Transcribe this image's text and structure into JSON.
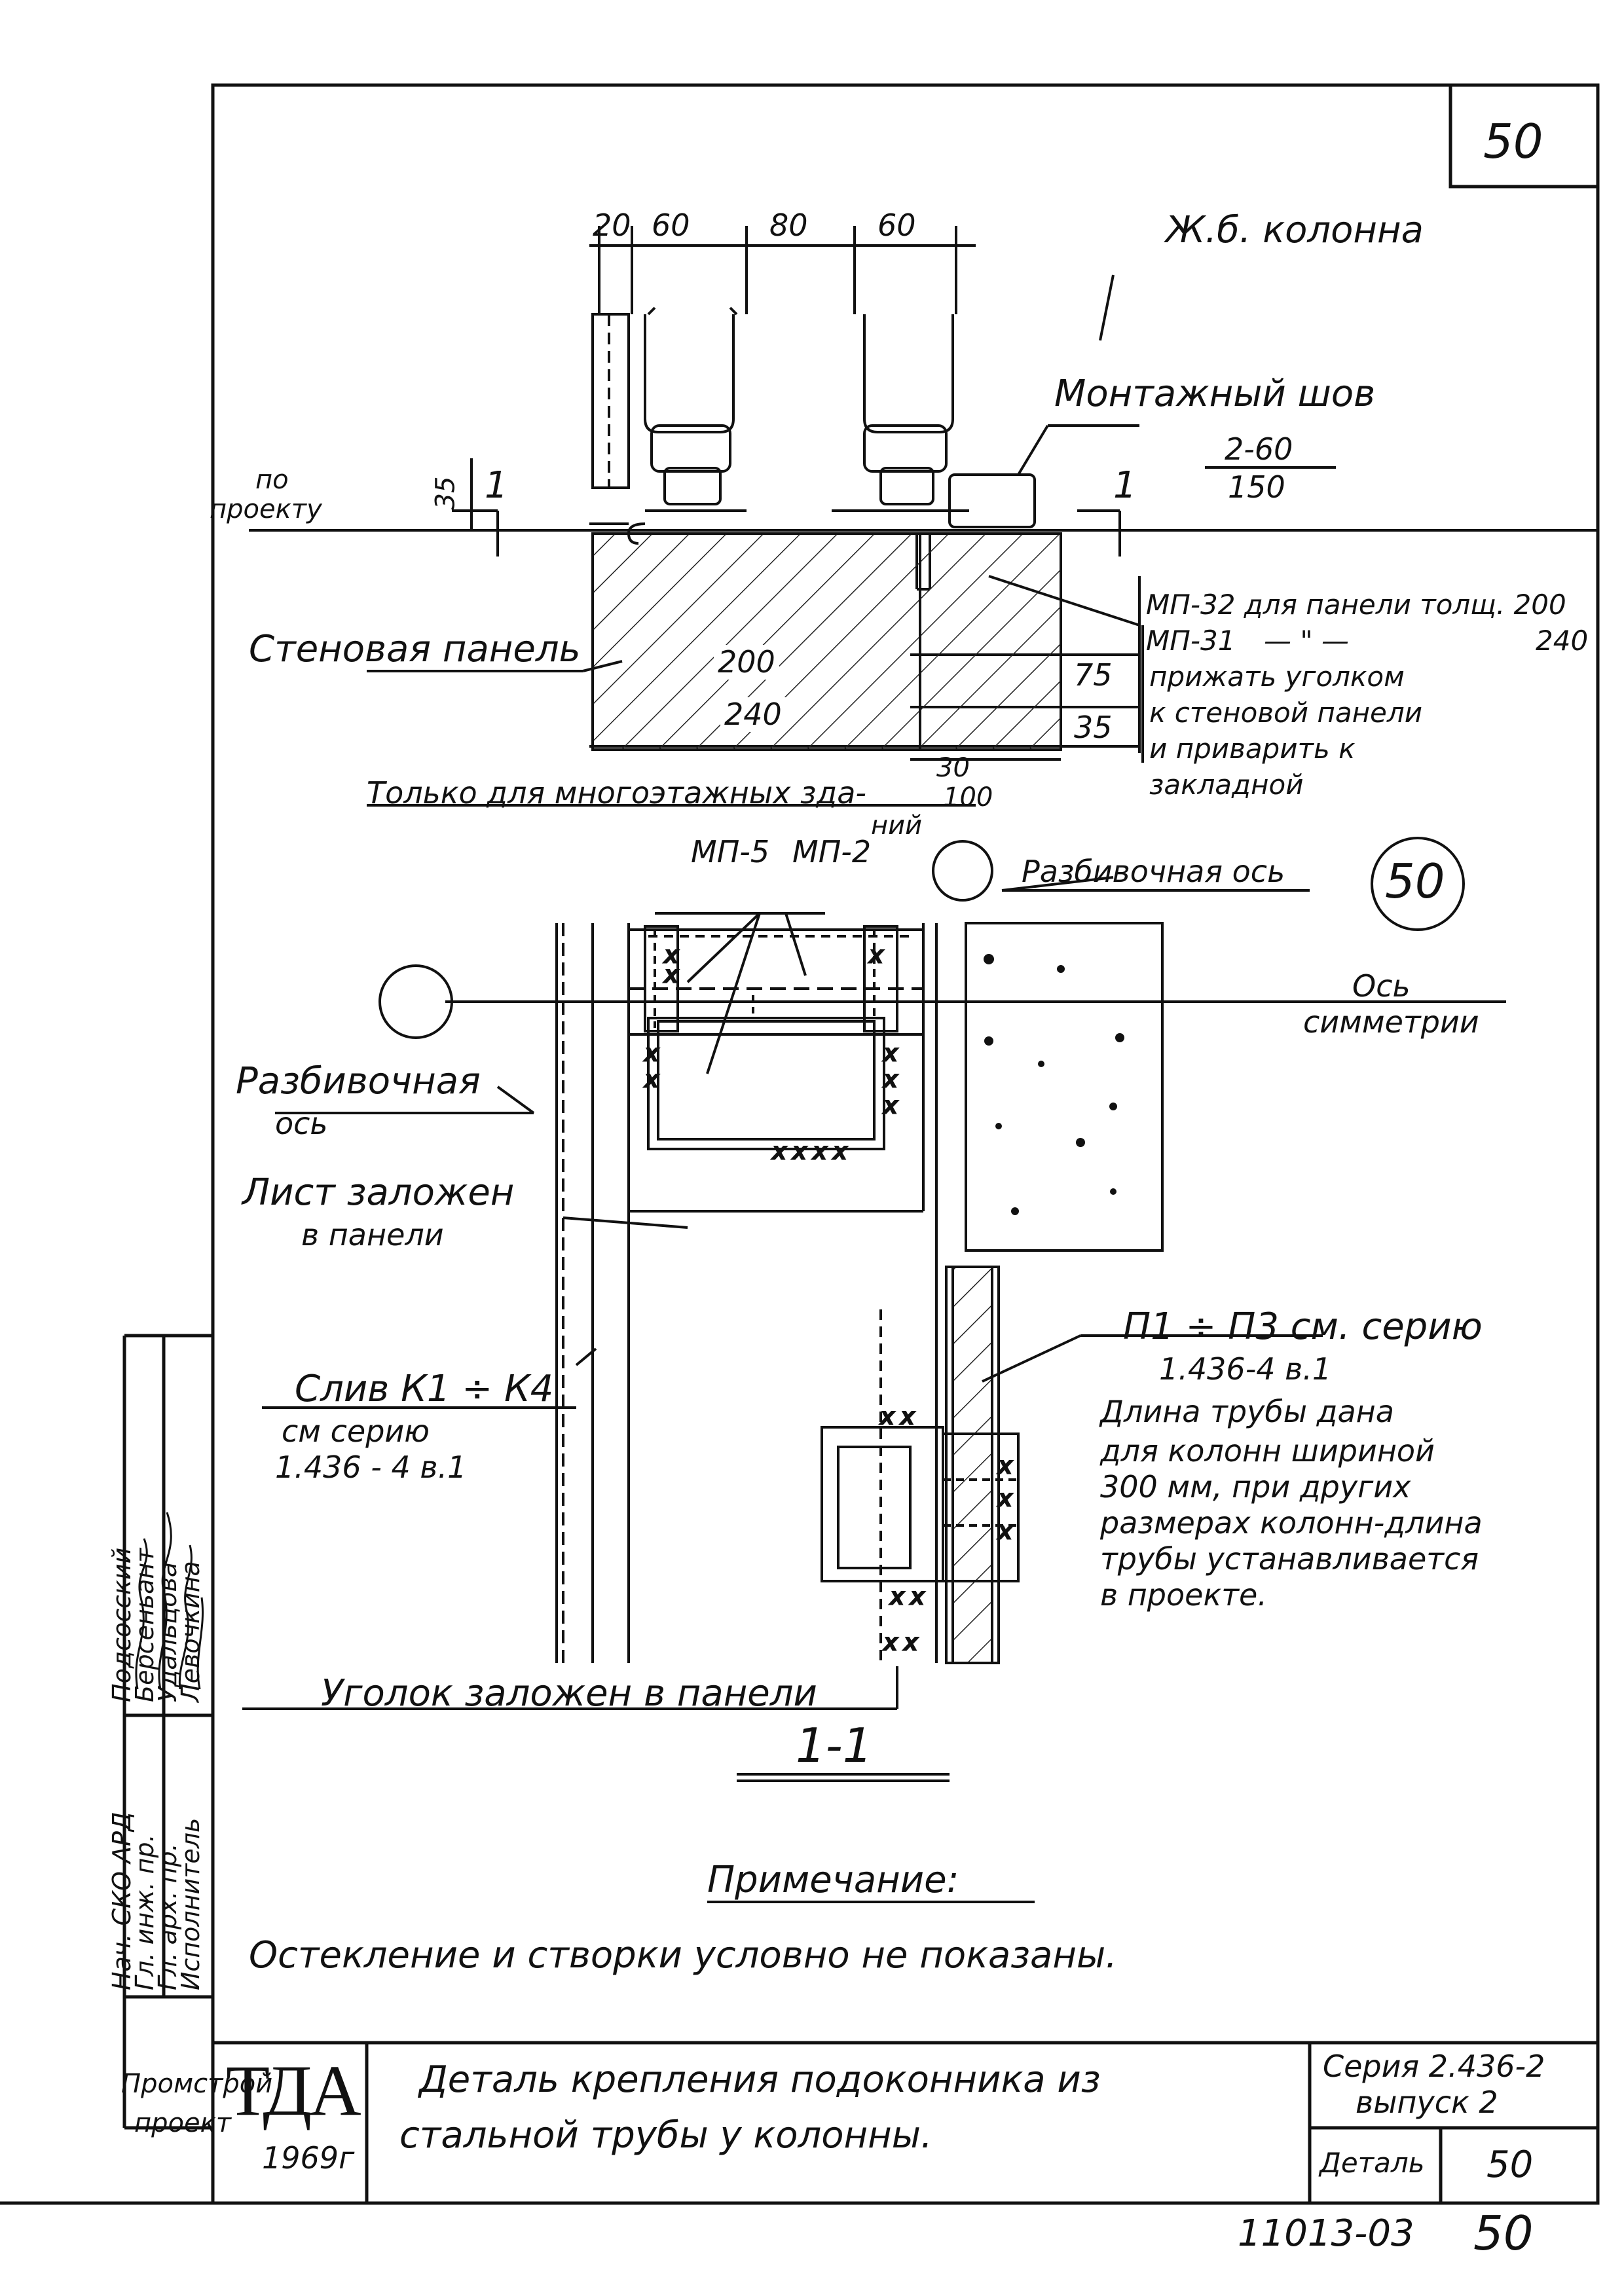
{
  "sheet_number": "50",
  "dims_top": [
    "20",
    "60",
    "80",
    "60"
  ],
  "labels": {
    "column": "Ж.б. колонна",
    "mount_seam": "Монтажный шов",
    "seam_num": "2-60",
    "seam_den": "150",
    "per_project_1": "по",
    "per_project_2": "проекту",
    "dim_35_left": "35",
    "section_mark_left": "1",
    "section_mark_right": "1",
    "mp32": "МП-32 для панели толщ. 200",
    "mp31_a": "МП-31",
    "mp31_b": "— \" —",
    "mp31_c": "240",
    "press_1": "прижать уголком",
    "press_2": "к стеновой панели",
    "press_3": "и приварить к",
    "press_4": "закладной",
    "wall_panel": "Стеновая панель",
    "dim_200": "200",
    "dim_240": "240",
    "dim_75": "75",
    "dim_35_right": "35",
    "dim_30": "30",
    "dim_100": "100",
    "only_multi_1": "Только для многоэтажных зда-",
    "only_multi_2": "ний",
    "mp5": "МП-5",
    "mp2": "МП-2",
    "layout_axis_top": "Разбивочная ось",
    "circle_50": "50",
    "sym_axis_1": "Ось",
    "sym_axis_2": "симметрии",
    "layout_axis_left_1": "Разбивочная",
    "layout_axis_left_2": "ось",
    "sheet_embedded_1": "Лист заложен",
    "sheet_embedded_2": "в панели",
    "p1p3_1": "П1 ÷ П3 см. серию",
    "p1p3_2": "1.436-4 в.1",
    "drain_1": "Слив К1 ÷ К4",
    "drain_2": "см серию",
    "drain_3": "1.436 - 4 в.1",
    "tube_note_1": "Длина трубы дана",
    "tube_note_2": "для колонн шириной",
    "tube_note_3": "300 мм, при других",
    "tube_note_4": "размерах колонн-длина",
    "tube_note_5": "трубы устанавливается",
    "tube_note_6": "в проекте.",
    "angle_embedded": "Уголок заложен в панели",
    "section_title": "1-1",
    "note_title": "Примечание:",
    "note_text": "Остекление и створки условно не показаны."
  },
  "stamp": {
    "roles": [
      "Нач. СКО АРД",
      "Гл. инж. пр.",
      "Гл. арх. пр.",
      "Исполнитель"
    ],
    "names": [
      "Подсосский",
      "Берсеньант",
      "Удальцова",
      "Левочкина"
    ],
    "org_1": "Промстрой",
    "org_2": "проект",
    "logo": "ТДА",
    "year": "1969г",
    "title_1": "Деталь крепления подоконника из",
    "title_2": "стальной трубы у колонны.",
    "series_1": "Серия 2.436-2",
    "series_2": "выпуск 2",
    "detail_label": "Деталь",
    "detail_num": "50"
  },
  "footer_code": "11013-03",
  "footer_num": "50"
}
